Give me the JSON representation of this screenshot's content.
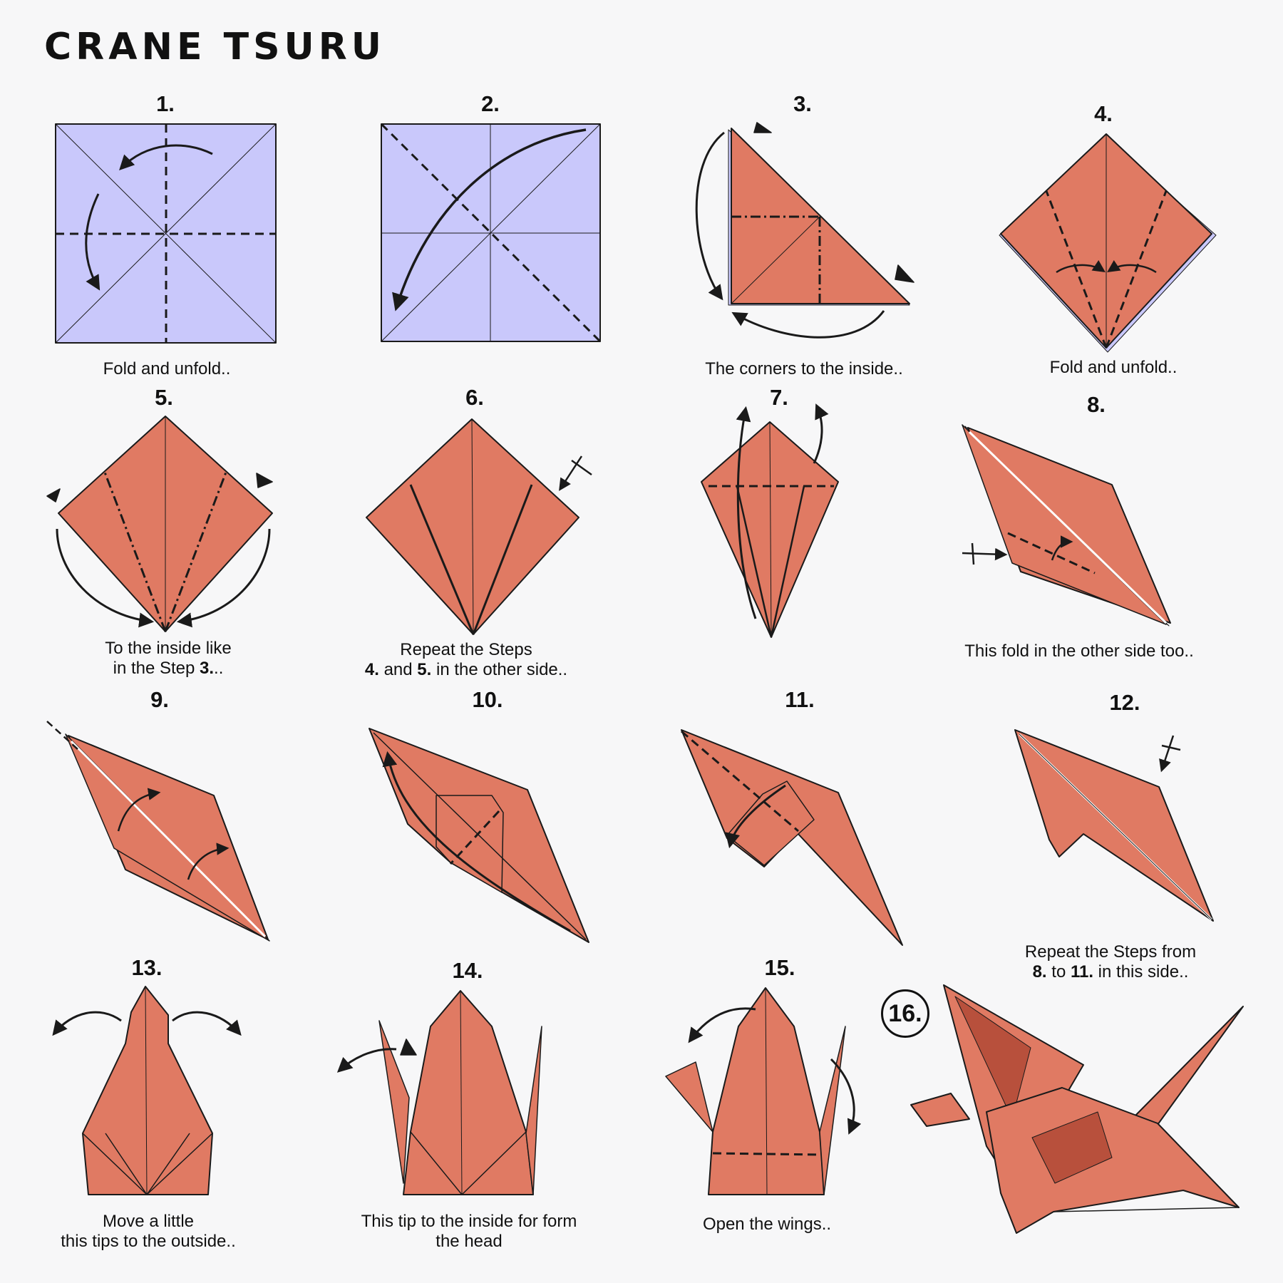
{
  "title": "CRANE TSURU",
  "steps": [
    {
      "n": "1.",
      "caption": [
        "Fold and unfold.."
      ]
    },
    {
      "n": "2.",
      "caption": []
    },
    {
      "n": "3.",
      "caption": [
        "The corners to the inside.."
      ]
    },
    {
      "n": "4.",
      "caption": [
        "Fold and unfold.."
      ]
    },
    {
      "n": "5.",
      "caption": [
        "To the inside like",
        "in the Step "
      ],
      "caption_bold": "3.",
      "caption_tail": ".."
    },
    {
      "n": "6.",
      "caption": [
        "Repeat the Steps"
      ],
      "line2_bold_a": "4.",
      "line2_mid": " and ",
      "line2_bold_b": "5.",
      "line2_tail": " in the other side.."
    },
    {
      "n": "7.",
      "caption": []
    },
    {
      "n": "8.",
      "caption": [
        "This fold in the other side too.."
      ]
    },
    {
      "n": "9.",
      "caption": []
    },
    {
      "n": "10.",
      "caption": []
    },
    {
      "n": "11.",
      "caption": []
    },
    {
      "n": "12.",
      "caption": [
        "Repeat the Steps from"
      ],
      "line2_bold_a": "8.",
      "line2_mid": " to ",
      "line2_bold_b": "11.",
      "line2_tail": " in this side.."
    },
    {
      "n": "13.",
      "caption": [
        "Move a little",
        "this tips to the outside.."
      ]
    },
    {
      "n": "14.",
      "caption": [
        "This tip to the inside for form",
        "the head"
      ]
    },
    {
      "n": "15.",
      "caption": [
        "Open the wings.."
      ]
    },
    {
      "n": "16.",
      "caption": []
    }
  ],
  "colors": {
    "paper_front": "#e07a63",
    "paper_back": "#c9c8fb",
    "line": "#1a1a1a",
    "shade": "#b8503c"
  }
}
